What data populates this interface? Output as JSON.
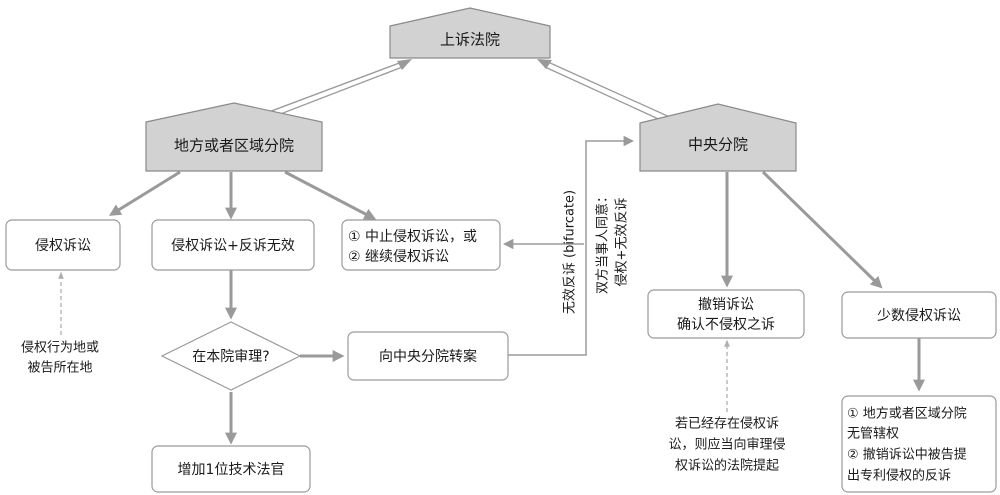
{
  "nodes": {
    "appeal_court": "上诉法院",
    "local_division": "地方或者区域分院",
    "central_division": "中央分院",
    "infringement_action": "侵权诉讼",
    "infringement_plus_counterclaim": "侵权诉讼+反诉无效",
    "stay_or_continue_line1": "① 中止侵权诉讼，或",
    "stay_or_continue_line2": "② 继续侵权诉讼",
    "decision_hear_here": "在本院审理?",
    "transfer_to_central": "向中央分院转案",
    "add_technical_judge": "增加1位技术法官",
    "revocation_line1": "撤销诉讼",
    "revocation_line2": "确认不侵权之诉",
    "minority_infringement": "少数侵权诉讼",
    "minority_result_line1": "① 地方或者区域分院",
    "minority_result_line2": "无管辖权",
    "minority_result_line3": "② 撤销诉讼中被告提",
    "minority_result_line4": "出专利侵权的反诉"
  },
  "notes": {
    "venue_line1": "侵权行为地或",
    "venue_line2": "被告所在地",
    "existing_line1": "若已经存在侵权诉",
    "existing_line2": "讼，则应当向审理侵",
    "existing_line3": "权诉讼的法院提起",
    "bifurcate": "无效反诉 (bifurcate)",
    "agreement_line1": "双方当事人同意：",
    "agreement_line2": "侵权+无效反诉"
  },
  "colors": {
    "court_fill": "#d2d2d2",
    "arrow": "#9a9a9a",
    "box_border": "#9a9a9a"
  }
}
